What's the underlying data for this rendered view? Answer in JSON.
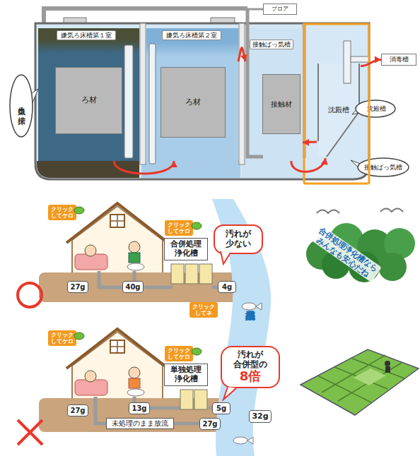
{
  "diagram": {
    "nodes": [
      {
        "text": [
          "ブロア"
        ]
      },
      {
        "text": [
          "嫌気ろ床槽第１室"
        ]
      },
      {
        "text": [
          "ろ材"
        ],
        "in": 1
      },
      {
        "text": [
          "嫌気ろ床槽第２室"
        ]
      },
      {
        "text": [
          "ろ材"
        ],
        "in": 3
      },
      {
        "text": [
          "接触ばっ気槽"
        ]
      },
      {
        "text": [
          "接触材"
        ],
        "in": 5
      },
      {
        "text": [
          "沈殿槽"
        ]
      },
      {
        "text": [
          "消毒槽"
        ]
      },
      {
        "text": [
          "嫌気ろ床槽"
        ]
      },
      {
        "text": [
          "沈殿槽"
        ]
      },
      {
        "text": [
          "接触ばっ気槽"
        ]
      },
      {
        "text": [
          "クリック してケロ"
        ]
      },
      {
        "text": [
          "クリック してケロ"
        ]
      },
      {
        "text": [
          "合併処理 浄化槽"
        ]
      },
      {
        "text": [
          "汚れが 少ない"
        ]
      },
      {
        "text": [
          "27g"
        ]
      },
      {
        "text": [
          "40g"
        ]
      },
      {
        "text": [
          "4g"
        ]
      },
      {
        "text": [
          "クリック してネ"
        ]
      },
      {
        "text": [
          "公共用水域"
        ]
      },
      {
        "text": [
          "クリック してケロ"
        ]
      },
      {
        "text": [
          "クリック してケロ"
        ]
      },
      {
        "text": [
          "単独処理 浄化槽"
        ]
      },
      {
        "text": [
          "汚れが 合併型の",
          "8倍"
        ]
      },
      {
        "text": [
          "27g"
        ]
      },
      {
        "text": [
          "13g"
        ]
      },
      {
        "text": [
          "5g"
        ]
      },
      {
        "text": [
          "27g"
        ]
      },
      {
        "text": [
          "32g"
        ]
      },
      {
        "text": [
          "未処理のまま放流"
        ]
      }
    ],
    "edges": [
      {
        "from": 1,
        "to": 3,
        "arrow": "to"
      },
      {
        "from": 3,
        "to": 5,
        "arrow": "to"
      },
      {
        "from": 5,
        "to": 7,
        "arrow": "to"
      },
      {
        "from": 7,
        "to": 5,
        "arrow": "to"
      },
      {
        "from": 7,
        "to": 8,
        "arrow": "to"
      }
    ],
    "labels": [
      "合併処理浄化槽なら みんなも安心だね"
    ]
  }
}
